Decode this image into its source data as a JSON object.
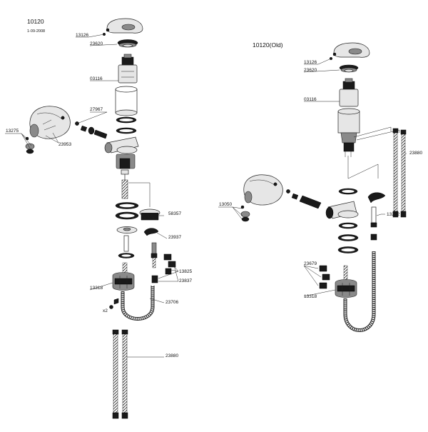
{
  "left": {
    "title": "10120",
    "date": "1-09-2008",
    "parts": {
      "p13126": "13126",
      "p23620": "23620",
      "p03116": "03116",
      "p27967": "27967",
      "p13275": "13275",
      "p23953": "23953",
      "p58357": "58357",
      "p23937": "23937",
      "p13825": "13825",
      "p23837": "23837",
      "p13318": "13318",
      "p23706": "23706",
      "p23880": "23880",
      "qty": "x2"
    }
  },
  "right": {
    "title": "10120(Old)",
    "parts": {
      "p13126": "13126",
      "p23620": "23620",
      "p03116": "03116",
      "p23880": "23880",
      "p13050": "13050",
      "p13292": "13292",
      "p23679": "23679",
      "p13318": "13318"
    }
  }
}
